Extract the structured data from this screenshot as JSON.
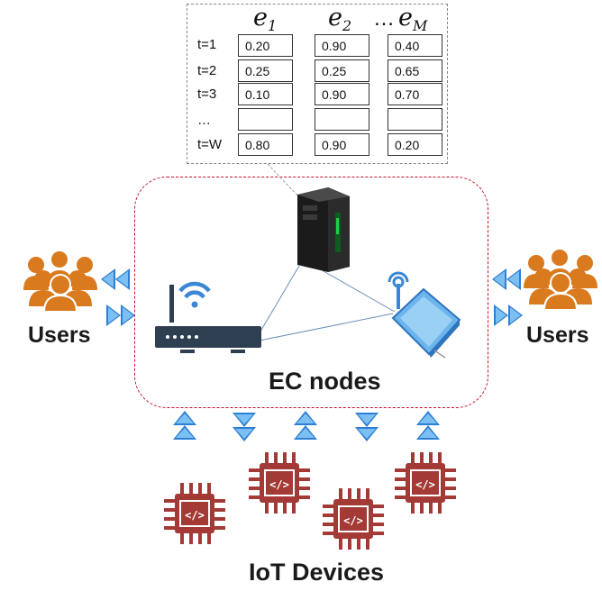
{
  "table": {
    "columns": [
      {
        "base": "e",
        "sub": "1",
        "prefix": ""
      },
      {
        "base": "e",
        "sub": "2",
        "prefix": ""
      },
      {
        "base": "e",
        "sub": "M",
        "prefix": "…"
      }
    ],
    "rows": [
      {
        "label": "t=1",
        "values": [
          "0.20",
          "0.90",
          "0.40"
        ]
      },
      {
        "label": "t=2",
        "values": [
          "0.25",
          "0.25",
          "0.65"
        ]
      },
      {
        "label": "t=3",
        "values": [
          "0.10",
          "0.90",
          "0.70"
        ]
      },
      {
        "label": "…",
        "values": [
          "",
          "",
          ""
        ]
      },
      {
        "label": "t=W",
        "values": [
          "0.80",
          "0.90",
          "0.20"
        ]
      }
    ]
  },
  "labels": {
    "users_left": "Users",
    "users_right": "Users",
    "ec_nodes": "EC nodes",
    "iot_devices": "IoT Devices"
  },
  "icons": {
    "server": "server-icon",
    "router": "wifi-router-icon",
    "access_point": "access-point-icon",
    "users": "users-group-icon",
    "iot": "microchip-icon",
    "arrows": "double-chevron-arrow-icon"
  },
  "colors": {
    "users": "#d97a1f",
    "chip": "#a33a36",
    "arrow": "#2d7fd3",
    "ec_border": "#c8102e",
    "router": "#2f3f52",
    "link": "#5b84b1"
  }
}
